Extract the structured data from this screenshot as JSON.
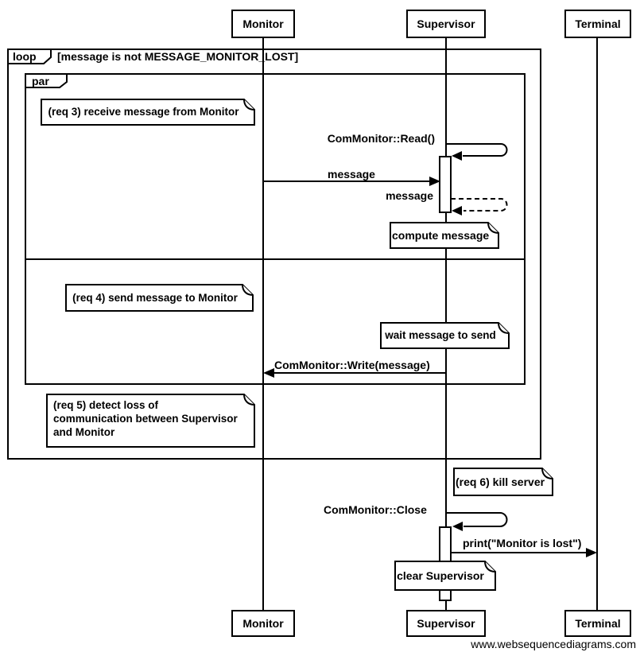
{
  "watermark": "www.websequencediagrams.com",
  "actors": {
    "monitor": "Monitor",
    "supervisor": "Supervisor",
    "terminal": "Terminal"
  },
  "frames": {
    "loop": {
      "label": "loop",
      "condition": "[message is not MESSAGE_MONITOR_LOST]"
    },
    "par": {
      "label": "par"
    }
  },
  "notes": {
    "req3": "(req 3) receive message from Monitor",
    "compute": "compute message",
    "req4": "(req 4) send message to Monitor",
    "wait": "wait message to send",
    "req5": "(req 5) detect loss of\ncommunication between Supervisor\nand Monitor",
    "req6": "(req 6) kill server",
    "clear": "clear Supervisor"
  },
  "messages": {
    "read": "ComMonitor::Read()",
    "message_call": "message",
    "message_return": "message",
    "write": "ComMonitor::Write(message)",
    "close": "ComMonitor::Close",
    "print": "print(\"Monitor is lost\")"
  }
}
